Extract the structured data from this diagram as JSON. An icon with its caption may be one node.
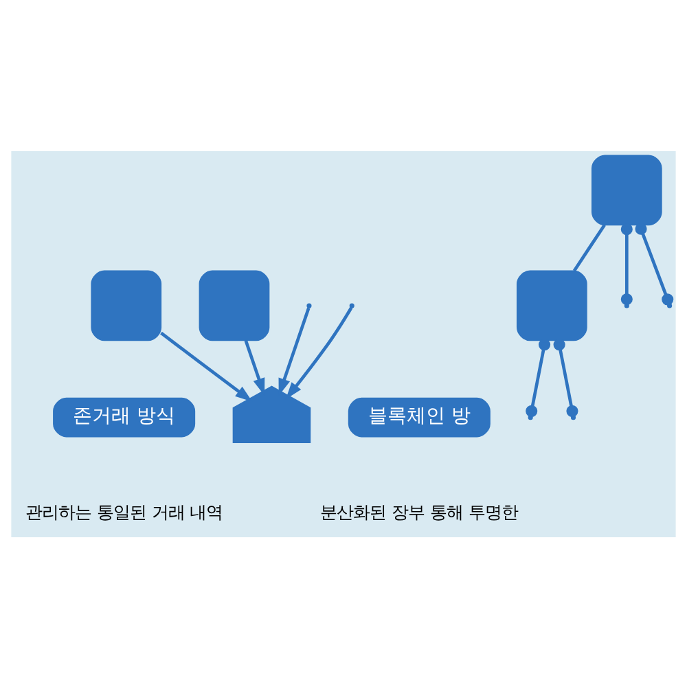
{
  "diagram": {
    "nodes": [
      {
        "text": [
          "존거래 방식"
        ]
      },
      {
        "text": [],
        "shape": "picture"
      },
      {
        "text": [],
        "shape": "person"
      },
      {
        "text": [],
        "shape": "person"
      },
      {
        "text": [
          "블록체인 방"
        ]
      },
      {
        "text": [],
        "shape": "person"
      },
      {
        "text": [],
        "shape": "person"
      }
    ],
    "edges": [
      {
        "from": null,
        "to": 1,
        "arrow": "to"
      },
      {
        "from": 2,
        "to": 1,
        "arrow": "to"
      },
      {
        "from": null,
        "to": 1,
        "arrow": "to"
      },
      {
        "from": 3,
        "to": 1,
        "arrow": "to"
      },
      {
        "from": 5,
        "to": null,
        "arrow": "other"
      },
      {
        "from": 5,
        "to": null,
        "arrow": "other"
      },
      {
        "from": 5,
        "to": 6,
        "arrow": "none"
      },
      {
        "from": 6,
        "to": null,
        "arrow": "other"
      },
      {
        "from": 6,
        "to": null,
        "arrow": "other"
      }
    ],
    "labels": [
      "관리하는 통일된 거래 내역",
      "분산화된 장부 통해 투명한"
    ]
  }
}
